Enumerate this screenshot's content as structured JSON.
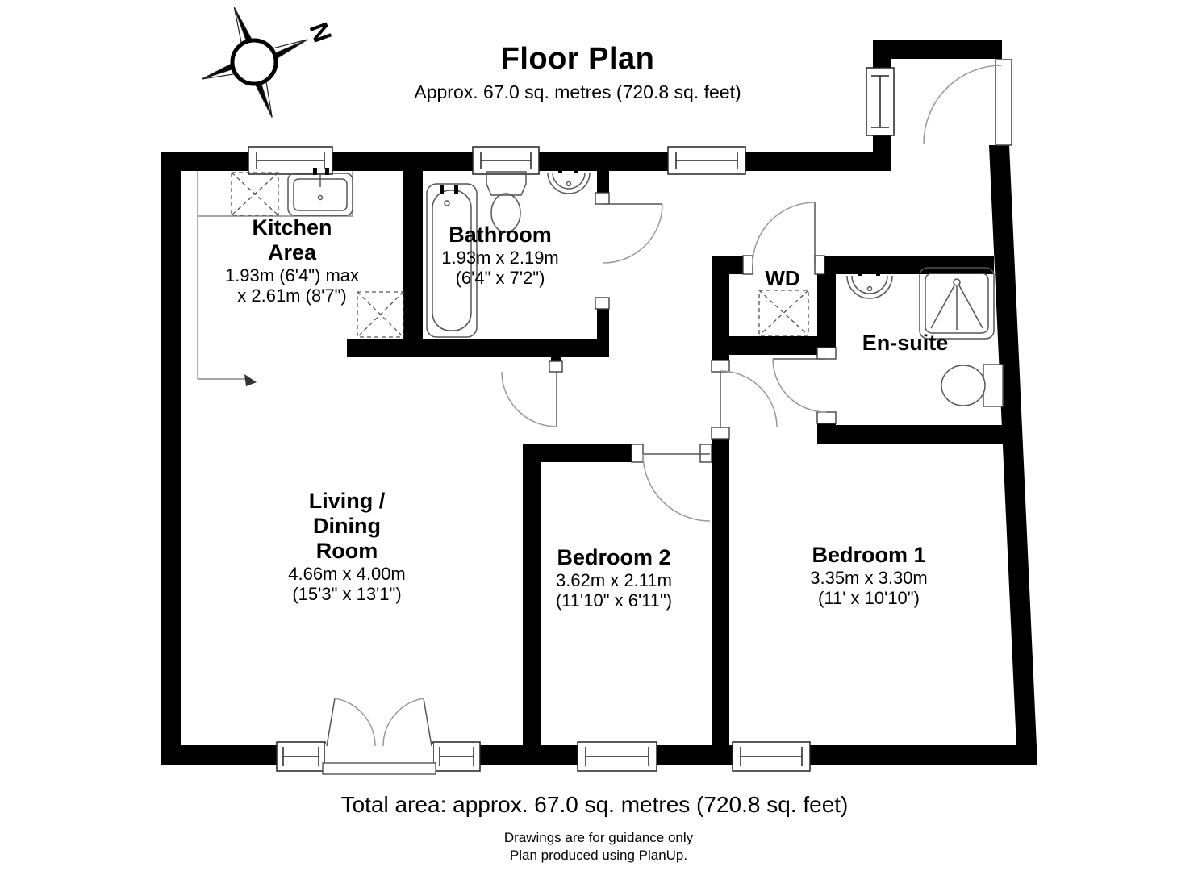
{
  "title": {
    "heading": "Floor Plan",
    "subtitle": "Approx. 67.0 sq. metres (720.8 sq. feet)"
  },
  "compass": {
    "north_label": "N"
  },
  "rooms": {
    "kitchen": {
      "name_lines": [
        "Kitchen",
        "Area"
      ],
      "dims": [
        "1.93m (6'4\") max",
        "x 2.61m (8'7\")"
      ]
    },
    "bathroom": {
      "name": "Bathroom",
      "dims": [
        "1.93m x 2.19m",
        "(6'4\" x 7'2\")"
      ]
    },
    "wd": {
      "name": "WD"
    },
    "ensuite": {
      "name": "En-suite"
    },
    "living": {
      "name_lines": [
        "Living /",
        "Dining",
        "Room"
      ],
      "dims": [
        "4.66m x 4.00m",
        "(15'3\" x 13'1\")"
      ]
    },
    "bedroom2": {
      "name": "Bedroom 2",
      "dims": [
        "3.62m x 2.11m",
        "(11'10\" x 6'11\")"
      ]
    },
    "bedroom1": {
      "name": "Bedroom 1",
      "dims": [
        "3.35m x 3.30m",
        "(11' x 10'10\")"
      ]
    }
  },
  "footer": {
    "total_area": "Total area: approx. 67.0 sq. metres (720.8 sq. feet)",
    "disclaimer": "Drawings are for guidance only",
    "credit": "Plan produced using PlanUp."
  },
  "colors": {
    "walls": "#000000",
    "background": "#ffffff",
    "fixture_line": "#555555",
    "door_arc": "#999999"
  }
}
